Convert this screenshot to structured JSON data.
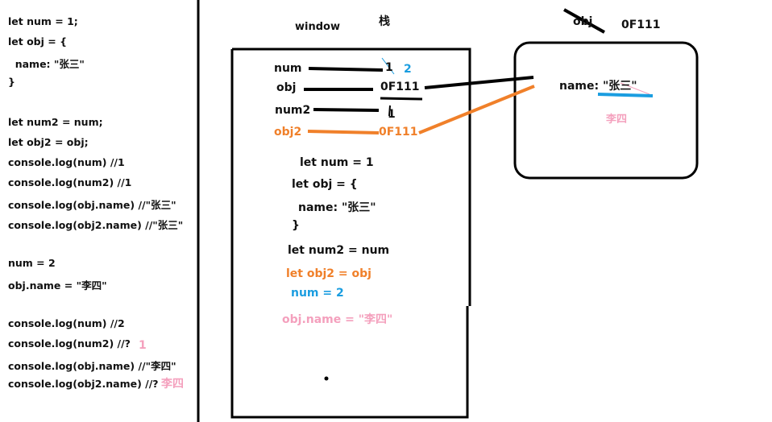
{
  "colors": {
    "black": "#000000",
    "orange": "#f0802a",
    "blue": "#1a9de0",
    "pink": "#f4a0bd"
  },
  "left_code": {
    "lines": [
      "let num = 1;",
      "let obj = {",
      "  name: \"张三\"",
      "}",
      "let num2 = num;",
      "let obj2 = obj;",
      "console.log(num) //1",
      "console.log(num2) //1",
      "console.log(obj.name) //\"张三\"",
      "console.log(obj2.name) //\"张三\"",
      "num = 2",
      "obj.name = \"李四\"",
      "console.log(num) //2",
      "console.log(num2) //?",
      "console.log(obj.name) //\"李四\"",
      "console.log(obj2.name) //?"
    ],
    "answer_num2": "1",
    "answer_obj2_name": "李四"
  },
  "stack": {
    "window_label": "window",
    "stack_title": "栈",
    "vars": {
      "num": "num",
      "num_old": "1",
      "num_new": "2",
      "obj": "obj",
      "obj_ref": "0F111",
      "num2": "num2",
      "num2_val": "1",
      "obj2": "obj2",
      "obj2_ref": "0F111"
    },
    "code": {
      "line1": "let num = 1",
      "line2": "let obj = {",
      "line3": "name: \"张三\"",
      "line4": "}",
      "line5": "let num2 = num",
      "line6": "let obj2 = obj",
      "line7": "num = 2",
      "line8": "obj.name = \"李四\""
    }
  },
  "heap": {
    "title_crossed": "obj",
    "address": "0F111",
    "old_value": "name: \"张三\"",
    "new_value": "李四"
  }
}
